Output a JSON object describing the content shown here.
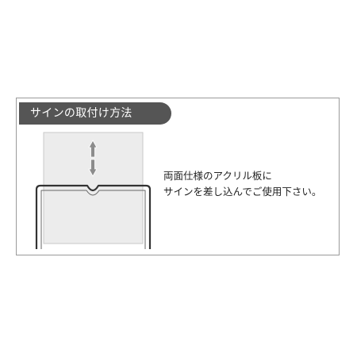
{
  "header": {
    "title": "サインの取付け方法"
  },
  "description": {
    "line1": "両面仕様のアクリル板に",
    "line2": "サインを差し込んでご使用下さい。"
  },
  "illustration": {
    "icons": [
      "up-arrow-icon",
      "down-arrow-icon"
    ],
    "colors": {
      "sign_panel": "#ececec",
      "arrow": "#8c8c8c",
      "frame": "#333333",
      "pill": "#555555"
    }
  }
}
